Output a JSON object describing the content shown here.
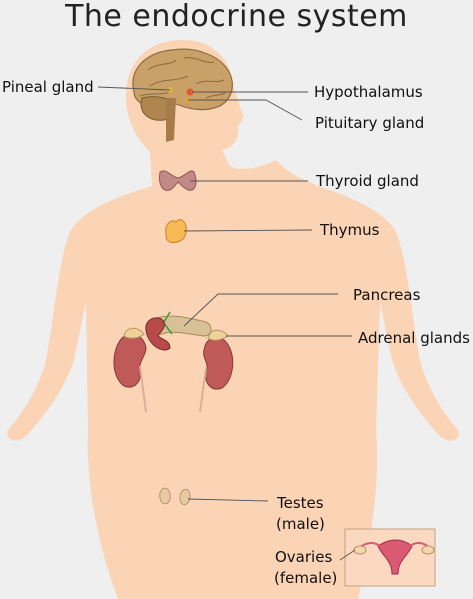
{
  "title": "The endocrine system",
  "labels": {
    "pineal": "Pineal gland",
    "hypothalamus": "Hypothalamus",
    "pituitary": "Pituitary gland",
    "thyroid": "Thyroid gland",
    "thymus": "Thymus",
    "pancreas": "Pancreas",
    "adrenal": "Adrenal glands",
    "testes_1": "Testes",
    "testes_2": "(male)",
    "ovaries_1": "Ovaries",
    "ovaries_2": "(female)"
  },
  "colors": {
    "background": "#efefef",
    "skin": "#fbd3b5",
    "brain": "#c9a068",
    "thyroid": "#c28a86",
    "thymus": "#f7b955",
    "kidney": "#c05a58",
    "adrenal": "#efd19a",
    "pancreas": "#d9c197",
    "leader_line": "#555555"
  }
}
